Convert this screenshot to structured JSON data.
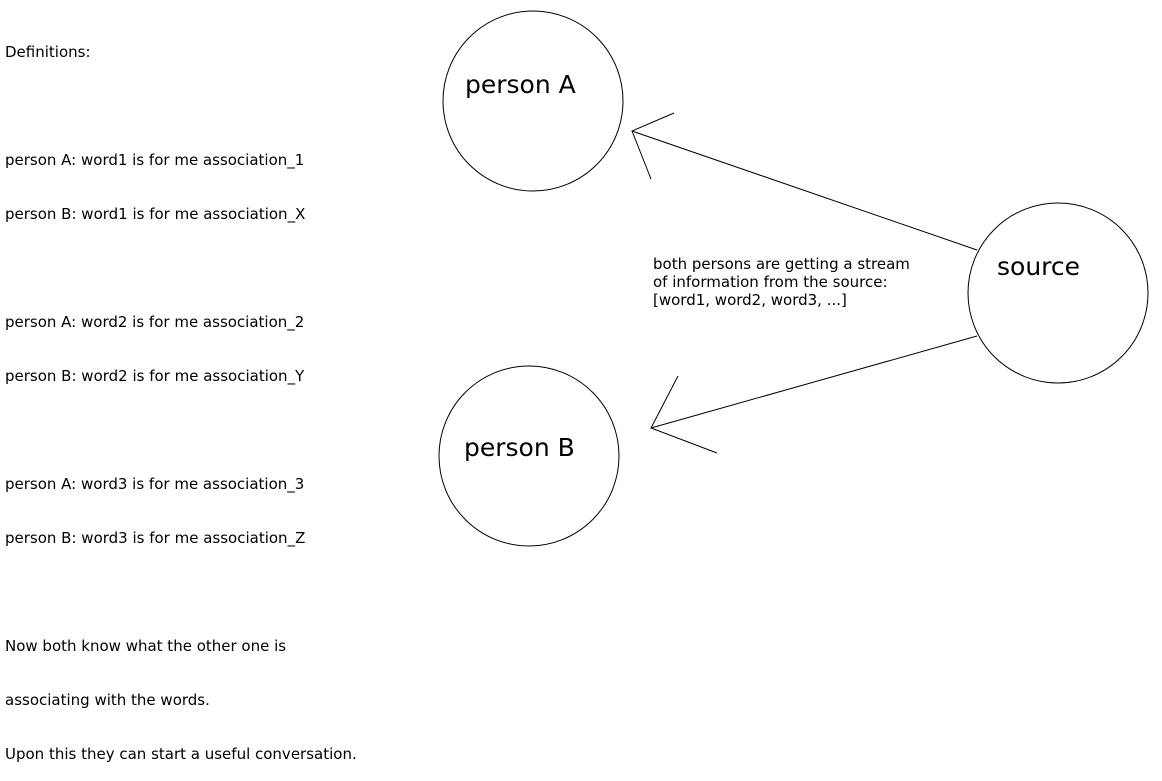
{
  "definitions": {
    "lines": [
      "Definitions:",
      "",
      "person A: word1 is for me association_1",
      "person B: word1 is for me association_X",
      "",
      "person A: word2 is for me association_2",
      "person B: word2 is for me association_Y",
      "",
      "person A: word3 is for me association_3",
      "person B: word3 is for me association_Z",
      "",
      "Now both know what the other one is",
      "associating with the words.",
      "Upon this they can start a useful conversation."
    ]
  },
  "nodes": {
    "person_a": {
      "label": "person A"
    },
    "person_b": {
      "label": "person B"
    },
    "source": {
      "label": "source"
    }
  },
  "note": {
    "lines": [
      "both persons are getting a stream",
      "of information from the source:",
      "[word1, word2, word3, ...]"
    ]
  },
  "edges": [
    {
      "from": "source",
      "to": "person A"
    },
    {
      "from": "source",
      "to": "person B"
    }
  ]
}
